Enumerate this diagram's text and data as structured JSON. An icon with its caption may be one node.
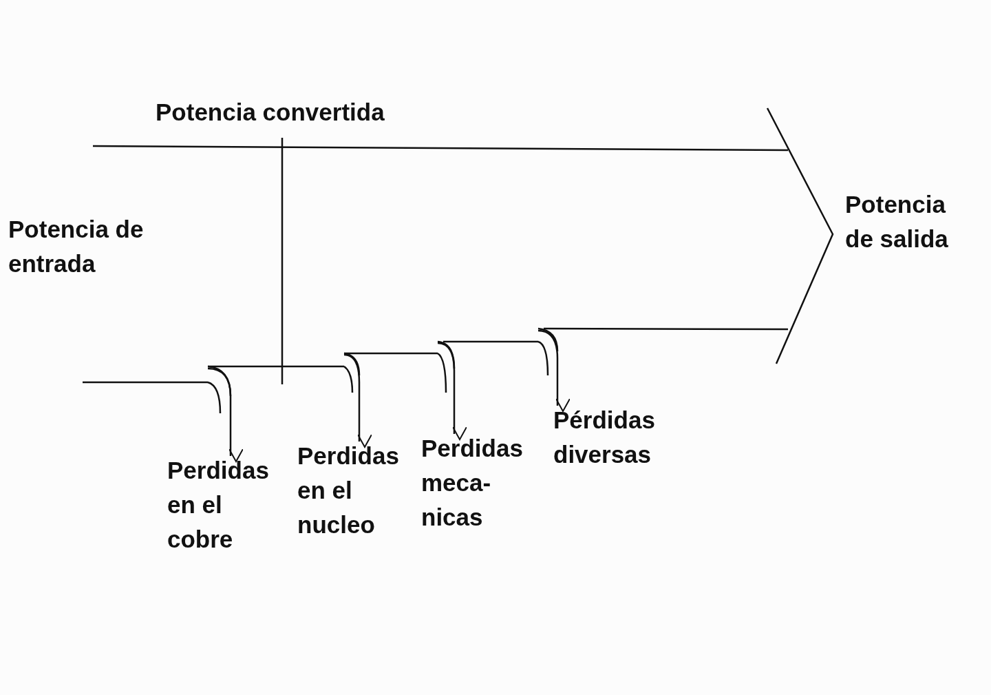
{
  "diagram": {
    "nodes": [
      {
        "text": [
          "Potencia de entrada"
        ]
      },
      {
        "text": [
          "Potencia de salida"
        ]
      },
      {
        "text": [
          "Perdidas en el cobre"
        ]
      },
      {
        "text": [
          "Perdidas en el nucleo"
        ]
      },
      {
        "text": [
          "Perdidas meca- nicas"
        ]
      },
      {
        "text": [
          "Pérdidas diversas"
        ]
      }
    ],
    "edges": [
      {
        "from": null,
        "to": 2,
        "arrow": "to"
      },
      {
        "from": null,
        "to": 3,
        "arrow": "to"
      },
      {
        "from": null,
        "to": 4,
        "arrow": "to"
      },
      {
        "from": null,
        "to": 5,
        "arrow": "to"
      }
    ],
    "labels": [
      "Potencia convertida"
    ]
  }
}
